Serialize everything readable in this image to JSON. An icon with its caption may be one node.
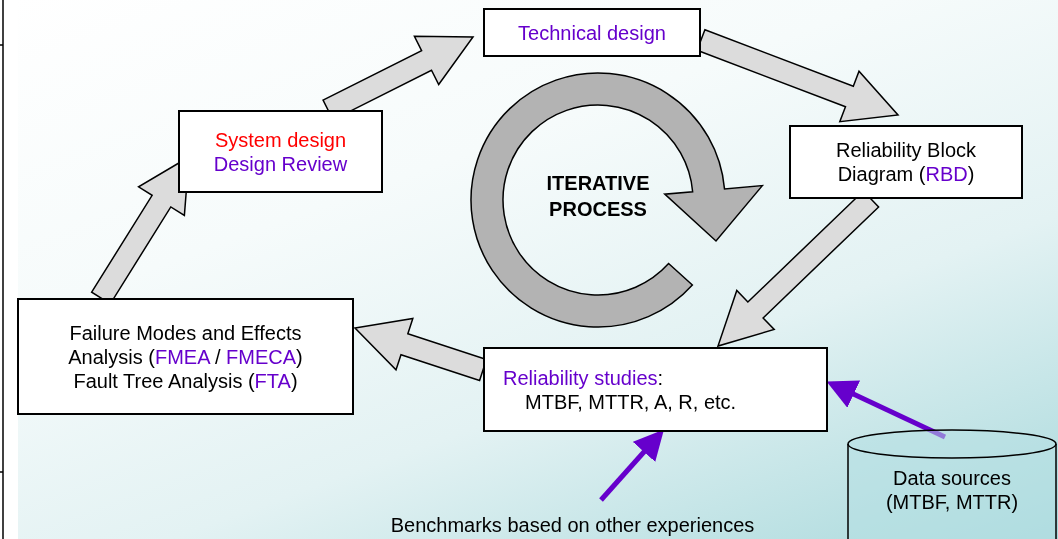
{
  "diagram": {
    "nodes": [
      {
        "text": [
          "Technical design"
        ]
      },
      {
        "text": [
          "System design",
          "Design Review"
        ]
      },
      {
        "text": [
          "Reliability Block Diagram (RBD)"
        ]
      },
      {
        "text": [
          "Reliability studies:",
          "MTBF, MTTR, A, R, etc."
        ]
      },
      {
        "text": [
          "Failure Modes and Effects Analysis (FMEA / FMECA)",
          "Fault Tree Analysis (FTA)"
        ]
      },
      {
        "text": [
          "Data sources (MTBF, MTTR)"
        ]
      },
      {
        "text": [
          "Benchmarks based on other experiences"
        ]
      }
    ],
    "edges": [
      {
        "from": 1,
        "to": 0,
        "arrow": "to"
      },
      {
        "from": 0,
        "to": 2,
        "arrow": "to"
      },
      {
        "from": 2,
        "to": 3,
        "arrow": "to"
      },
      {
        "from": 3,
        "to": 4,
        "arrow": "to"
      },
      {
        "from": 4,
        "to": 1,
        "arrow": "to"
      },
      {
        "from": 5,
        "to": 3,
        "arrow": "to",
        "color": "#6600cc"
      },
      {
        "from": 6,
        "to": 3,
        "arrow": "to",
        "color": "#6600cc"
      }
    ],
    "labels": [
      "ITERATIVE PROCESS"
    ]
  }
}
